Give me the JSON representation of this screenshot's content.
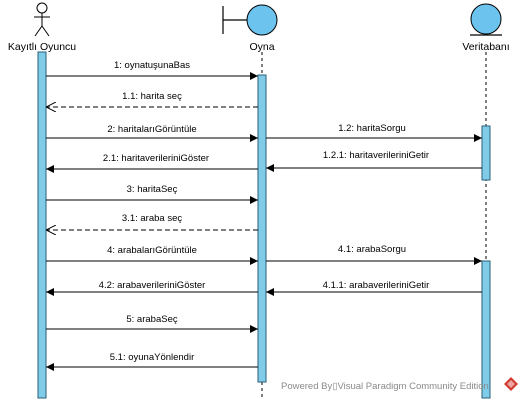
{
  "participants": [
    {
      "id": "actor",
      "label": "Kayıtlı Oyuncu",
      "kind": "actor-icon"
    },
    {
      "id": "boundary",
      "label": "Oyna",
      "kind": "boundary-icon"
    },
    {
      "id": "entity",
      "label": "Veritabanı",
      "kind": "entity-icon"
    }
  ],
  "messages": [
    {
      "label": "1: oynatuşunaBas",
      "from": "actor",
      "to": "boundary",
      "type": "call"
    },
    {
      "label": "1.1: harita seç",
      "from": "boundary",
      "to": "actor",
      "type": "return"
    },
    {
      "label": "2: haritalarıGörüntüle",
      "from": "actor",
      "to": "boundary",
      "type": "call"
    },
    {
      "label": "1.2: haritaSorgu",
      "from": "boundary",
      "to": "entity",
      "type": "call"
    },
    {
      "label": "1.2.1: haritaverileriniGetir",
      "from": "entity",
      "to": "boundary",
      "type": "call"
    },
    {
      "label": "2.1: haritaverileriniGöster",
      "from": "boundary",
      "to": "actor",
      "type": "call"
    },
    {
      "label": "3: haritaSeç",
      "from": "actor",
      "to": "boundary",
      "type": "call"
    },
    {
      "label": "3.1: araba seç",
      "from": "boundary",
      "to": "actor",
      "type": "return"
    },
    {
      "label": "4: arabalarıGörüntüle",
      "from": "actor",
      "to": "boundary",
      "type": "call"
    },
    {
      "label": "4.1: arabaSorgu",
      "from": "boundary",
      "to": "entity",
      "type": "call"
    },
    {
      "label": "4.2: arabaverileriniGöster",
      "from": "boundary",
      "to": "actor",
      "type": "call"
    },
    {
      "label": "4.1.1: arabaverileriniGetir",
      "from": "entity",
      "to": "boundary",
      "type": "call"
    },
    {
      "label": "5: arabaSeç",
      "from": "actor",
      "to": "boundary",
      "type": "call"
    },
    {
      "label": "5.1: oyunaYönlendir",
      "from": "boundary",
      "to": "actor",
      "type": "call"
    }
  ],
  "watermark": {
    "text": "Powered By▯Visual Paradigm Community Edition",
    "icon": "visual-paradigm-logo-icon"
  },
  "colors": {
    "lifeline_fill": "#7fcbe8",
    "lifeline_stroke": "#2a5f7a",
    "icon_fill": "#6cc4ee",
    "line": "#000000",
    "logo_red": "#d23a2e"
  }
}
